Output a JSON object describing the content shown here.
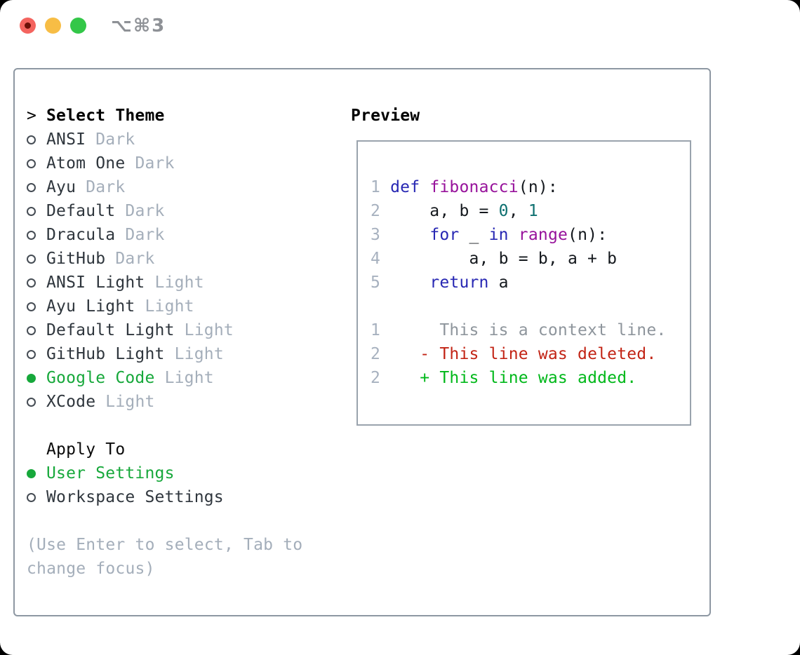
{
  "window": {
    "shortcut": "⌥⌘3",
    "traffic_lights": [
      "close",
      "minimize",
      "zoom"
    ]
  },
  "colors": {
    "accent_green": "#17a83b",
    "keyword": "#2727b3",
    "function": "#97129b",
    "literal": "#0e7070",
    "deleted": "#c22415",
    "added": "#00b81a",
    "context": "#8e959c",
    "muted": "#a4aeba",
    "line_number": "#a7b1bf",
    "radio_outline": "#454c54",
    "panel_border": "#8d97a2",
    "box_border": "#9aa3ad"
  },
  "theme_picker": {
    "prompt": ">",
    "title": "Select Theme",
    "themes": [
      {
        "name": "ANSI",
        "variant": "Dark",
        "selected": false
      },
      {
        "name": "Atom One",
        "variant": "Dark",
        "selected": false
      },
      {
        "name": "Ayu",
        "variant": "Dark",
        "selected": false
      },
      {
        "name": "Default",
        "variant": "Dark",
        "selected": false
      },
      {
        "name": "Dracula",
        "variant": "Dark",
        "selected": false
      },
      {
        "name": "GitHub",
        "variant": "Dark",
        "selected": false
      },
      {
        "name": "ANSI Light",
        "variant": "Light",
        "selected": false
      },
      {
        "name": "Ayu Light",
        "variant": "Light",
        "selected": false
      },
      {
        "name": "Default Light",
        "variant": "Light",
        "selected": false
      },
      {
        "name": "GitHub Light",
        "variant": "Light",
        "selected": false
      },
      {
        "name": "Google Code",
        "variant": "Light",
        "selected": true
      },
      {
        "name": "XCode",
        "variant": "Light",
        "selected": false
      }
    ],
    "apply_to": {
      "title": "Apply To",
      "options": [
        {
          "label": "User Settings",
          "selected": true
        },
        {
          "label": "Workspace Settings",
          "selected": false
        }
      ]
    },
    "help_lines": [
      "(Use Enter to select, Tab to",
      "change focus)"
    ]
  },
  "preview": {
    "title": "Preview",
    "lines": [
      {
        "kind": "code",
        "tokens": [
          {
            "t": "1 ",
            "c": "num"
          },
          {
            "t": "def",
            "c": "kw"
          },
          {
            "t": " ",
            "c": "pl"
          },
          {
            "t": "fibonacci",
            "c": "fn"
          },
          {
            "t": "(n):",
            "c": "pl"
          }
        ]
      },
      {
        "kind": "code",
        "tokens": [
          {
            "t": "2 ",
            "c": "num"
          },
          {
            "t": "    a, b = ",
            "c": "pl"
          },
          {
            "t": "0",
            "c": "lit"
          },
          {
            "t": ", ",
            "c": "pl"
          },
          {
            "t": "1",
            "c": "lit"
          }
        ]
      },
      {
        "kind": "code",
        "tokens": [
          {
            "t": "3 ",
            "c": "num"
          },
          {
            "t": "    ",
            "c": "pl"
          },
          {
            "t": "for",
            "c": "kw"
          },
          {
            "t": " _ ",
            "c": "pl"
          },
          {
            "t": "in",
            "c": "kw"
          },
          {
            "t": " ",
            "c": "pl"
          },
          {
            "t": "range",
            "c": "fn"
          },
          {
            "t": "(n):",
            "c": "pl"
          }
        ]
      },
      {
        "kind": "code",
        "tokens": [
          {
            "t": "4 ",
            "c": "num"
          },
          {
            "t": "        a, b = b, a + b",
            "c": "pl"
          }
        ]
      },
      {
        "kind": "code",
        "tokens": [
          {
            "t": "5 ",
            "c": "num"
          },
          {
            "t": "    ",
            "c": "pl"
          },
          {
            "t": "return",
            "c": "kw"
          },
          {
            "t": " a",
            "c": "pl"
          }
        ]
      },
      {
        "kind": "blank",
        "tokens": []
      },
      {
        "kind": "diff-context",
        "tokens": [
          {
            "t": "1 ",
            "c": "num"
          },
          {
            "t": "     This is a context line.",
            "c": "ctx"
          }
        ]
      },
      {
        "kind": "diff-deleted",
        "tokens": [
          {
            "t": "2 ",
            "c": "num"
          },
          {
            "t": "   ",
            "c": "pl"
          },
          {
            "t": "- This line was deleted.",
            "c": "del"
          }
        ]
      },
      {
        "kind": "diff-added",
        "tokens": [
          {
            "t": "2 ",
            "c": "num"
          },
          {
            "t": "   ",
            "c": "pl"
          },
          {
            "t": "+ This line was added.",
            "c": "add"
          }
        ]
      }
    ]
  }
}
